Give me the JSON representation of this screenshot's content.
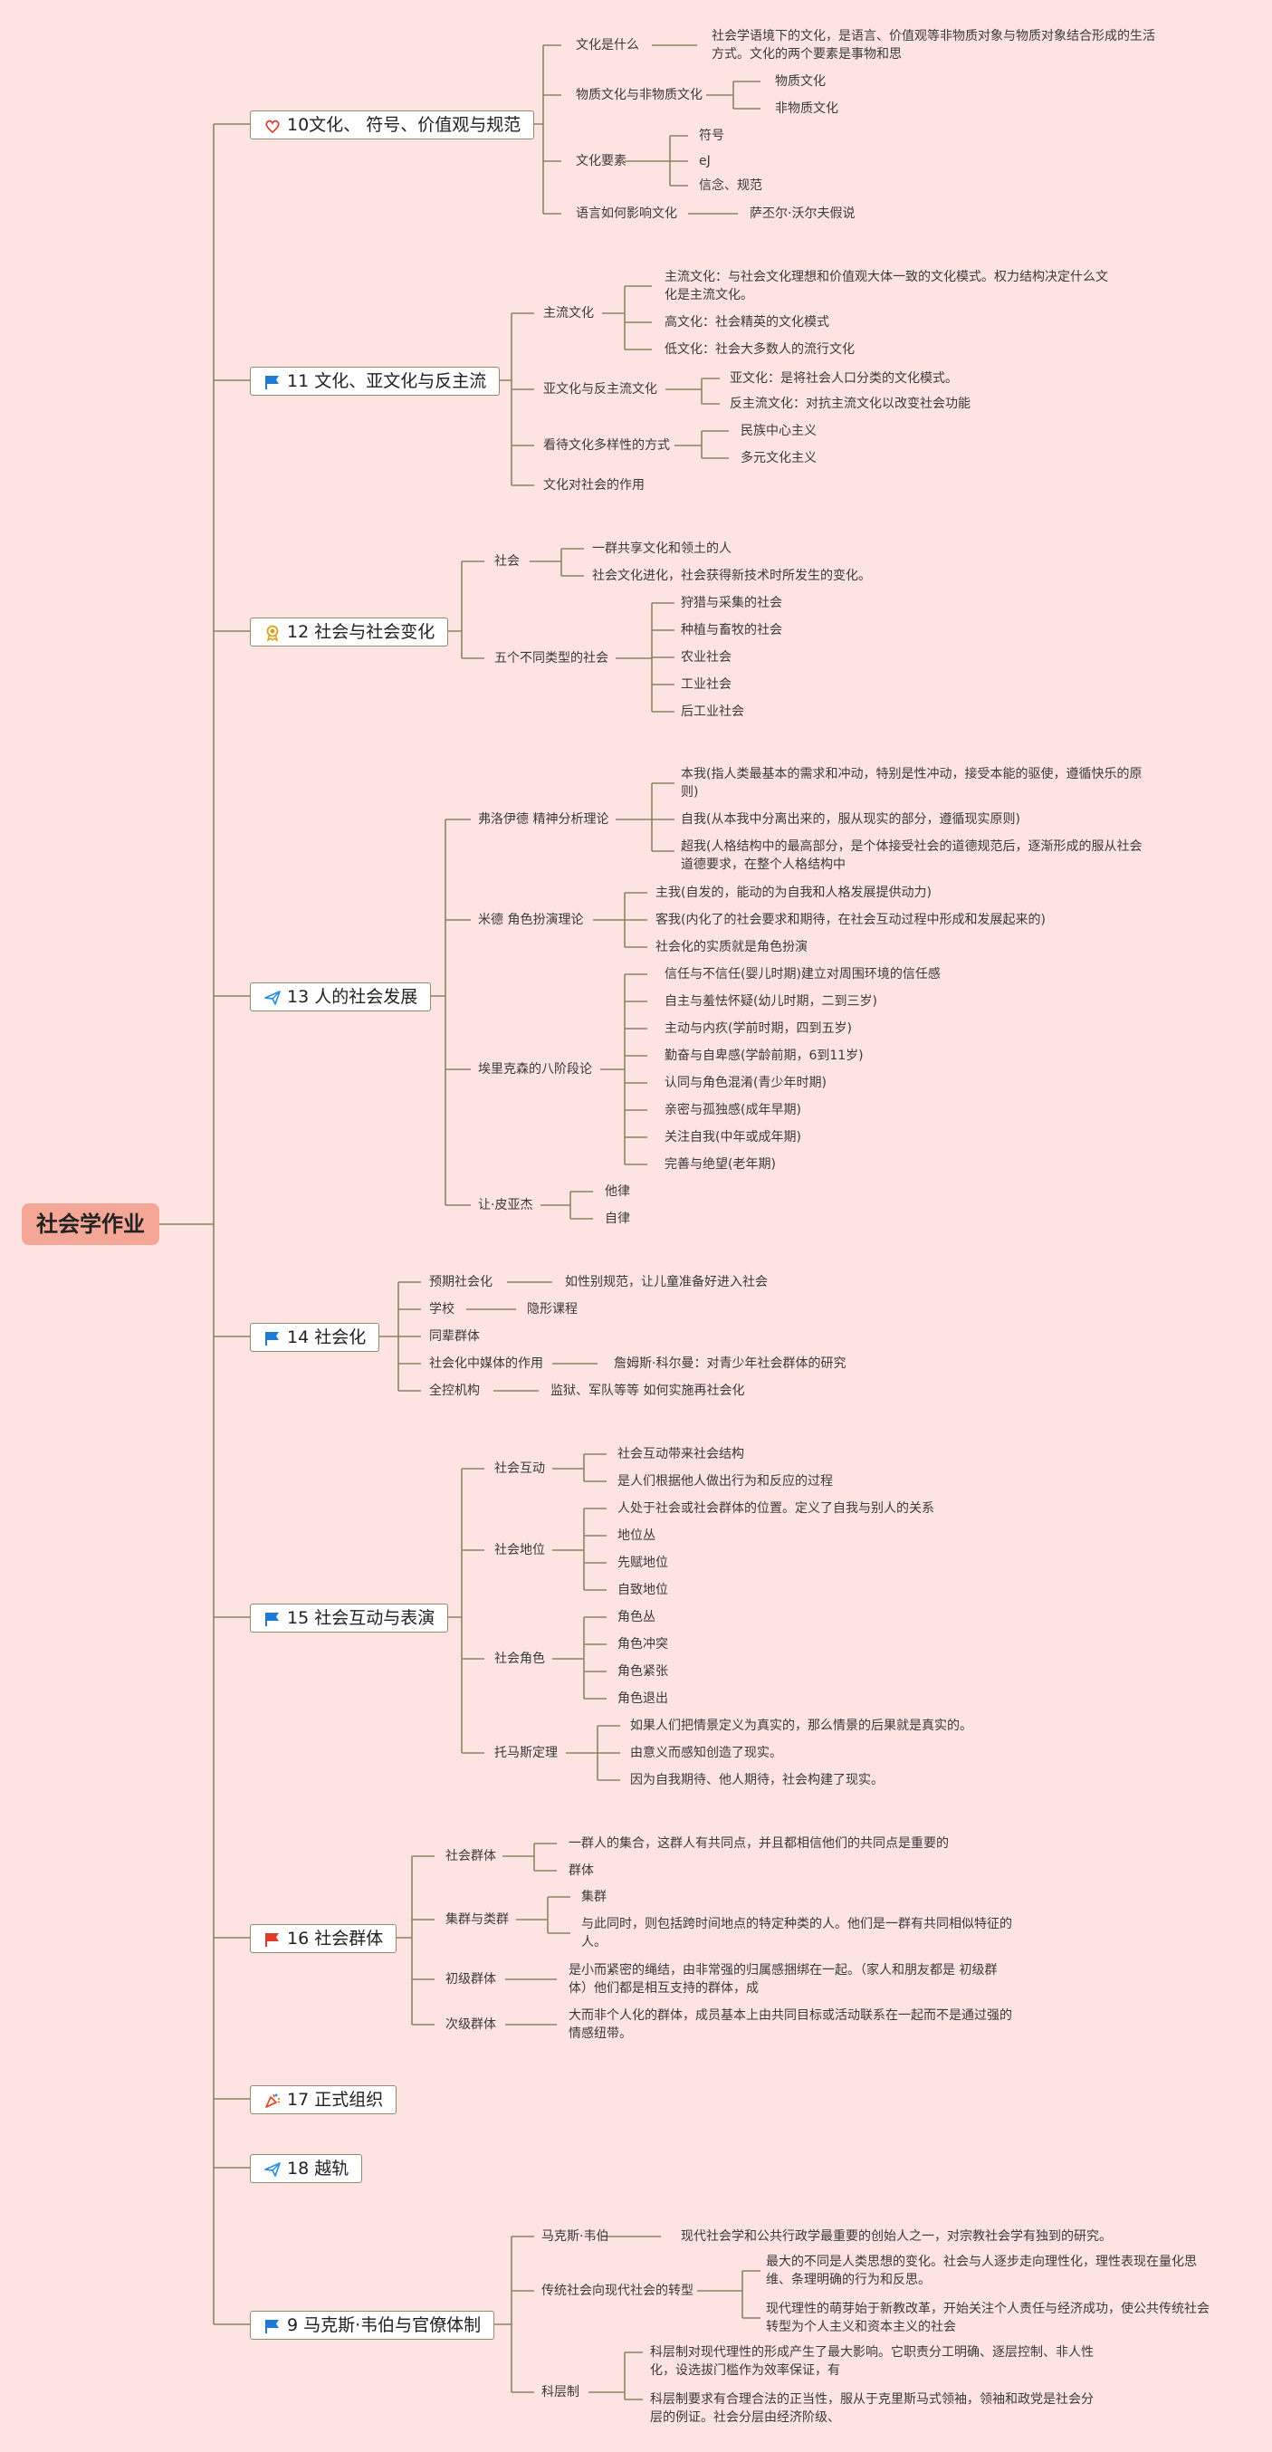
{
  "root": "社会学作业",
  "topics": [
    {
      "label": "10文化、 符号、价值观与规范",
      "icon": "heart-icon",
      "icon_color": "#d9443a"
    },
    {
      "label": "11 文化、亚文化与反主流",
      "icon": "blue-flag-icon",
      "icon_color": "#1f7ad6"
    },
    {
      "label": "12 社会与社会变化",
      "icon": "award-ribbon-icon",
      "icon_color": "#d8a21a"
    },
    {
      "label": "13 人的社会发展",
      "icon": "paper-plane-icon",
      "icon_color": "#2a8fe0"
    },
    {
      "label": "14 社会化",
      "icon": "blue-flag-icon",
      "icon_color": "#1f7ad6"
    },
    {
      "label": "15 社会互动与表演",
      "icon": "blue-flag-icon",
      "icon_color": "#1f7ad6"
    },
    {
      "label": "16 社会群体",
      "icon": "red-flag-icon",
      "icon_color": "#e03a2a"
    },
    {
      "label": "17 正式组织",
      "icon": "party-popper-icon",
      "icon_color": "#e0502a"
    },
    {
      "label": "18 越轨",
      "icon": "paper-plane-icon",
      "icon_color": "#2a8fe0"
    },
    {
      "label": "9 马克斯·韦伯与官僚体制",
      "icon": "blue-flag-icon",
      "icon_color": "#1f7ad6"
    }
  ],
  "t10": {
    "n1": "文化是什么",
    "n1a": "社会学语境下的文化，是语言、价值观等非物质对象与物质对象结合形成的生活方式。文化的两个要素是事物和思",
    "n2": "物质文化与非物质文化",
    "n2a": "物质文化",
    "n2b": "非物质文化",
    "n3": "文化要素",
    "n3a": "符号",
    "n3b": "eJ",
    "n3c": "信念、规范",
    "n4": "语言如何影响文化",
    "n4a": "萨丕尔·沃尔夫假说"
  },
  "t11": {
    "n1": "主流文化",
    "n1a": "主流文化：与社会文化理想和价值观大体一致的文化模式。权力结构决定什么文化是主流文化。",
    "n1b": "高文化：社会精英的文化模式",
    "n1c": "低文化：社会大多数人的流行文化",
    "n2": "亚文化与反主流文化",
    "n2a": "亚文化：是将社会人口分类的文化模式。",
    "n2b": "反主流文化：对抗主流文化以改变社会功能",
    "n3": "看待文化多样性的方式",
    "n3a": "民族中心主义",
    "n3b": "多元文化主义",
    "n4": "文化对社会的作用"
  },
  "t12": {
    "n1": "社会",
    "n1a": "一群共享文化和领土的人",
    "n1b": "社会文化进化，社会获得新技术时所发生的变化。",
    "n2": "五个不同类型的社会",
    "n2a": "狩猎与采集的社会",
    "n2b": "种植与畜牧的社会",
    "n2c": "农业社会",
    "n2d": "工业社会",
    "n2e": "后工业社会"
  },
  "t13": {
    "n1": "弗洛伊德 精神分析理论",
    "n1a": "本我(指人类最基本的需求和冲动，特别是性冲动，接受本能的驱使，遵循快乐的原则)",
    "n1b": "自我(从本我中分离出来的，服从现实的部分，遵循现实原则)",
    "n1c": "超我(人格结构中的最高部分，是个体接受社会的道德规范后，逐渐形成的服从社会道德要求，在整个人格结构中",
    "n2": "米德 角色扮演理论",
    "n2a": "主我(自发的，能动的为自我和人格发展提供动力)",
    "n2b": "客我(内化了的社会要求和期待，在社会互动过程中形成和发展起来的)",
    "n2c": "社会化的实质就是角色扮演",
    "n3": "埃里克森的八阶段论",
    "n3a": "信任与不信任(婴儿时期)建立对周围环境的信任感",
    "n3b": "自主与羞怯怀疑(幼儿时期，二到三岁)",
    "n3c": "主动与内疚(学前时期，四到五岁)",
    "n3d": "勤奋与自卑感(学龄前期，6到11岁)",
    "n3e": "认同与角色混淆(青少年时期)",
    "n3f": "亲密与孤独感(成年早期)",
    "n3g": "关注自我(中年或成年期)",
    "n3h": "完善与绝望(老年期)",
    "n4": "让·皮亚杰",
    "n4a": "他律",
    "n4b": "自律"
  },
  "t14": {
    "n1": "预期社会化",
    "n1a": "如性别规范，让儿童准备好进入社会",
    "n2": "学校",
    "n2a": "隐形课程",
    "n3": "同辈群体",
    "n4": "社会化中媒体的作用",
    "n4a": "詹姆斯·科尔曼：对青少年社会群体的研究",
    "n5": "全控机构",
    "n5a": "监狱、军队等等 如何实施再社会化"
  },
  "t15": {
    "n1": "社会互动",
    "n1a": "社会互动带来社会结构",
    "n1b": "是人们根据他人做出行为和反应的过程",
    "n2": "社会地位",
    "n2a": "人处于社会或社会群体的位置。定义了自我与别人的关系",
    "n2b": "地位丛",
    "n2c": "先赋地位",
    "n2d": "自致地位",
    "n3": "社会角色",
    "n3a": "角色丛",
    "n3b": "角色冲突",
    "n3c": "角色紧张",
    "n3d": "角色退出",
    "n4": "托马斯定理",
    "n4a": "如果人们把情景定义为真实的，那么情景的后果就是真实的。",
    "n4b": "由意义而感知创造了现实。",
    "n4c": "因为自我期待、他人期待，社会构建了现实。"
  },
  "t16": {
    "n1": "社会群体",
    "n1a": "一群人的集合，这群人有共同点，并且都相信他们的共同点是重要的",
    "n1b": "群体",
    "n2": "集群与类群",
    "n2a": "集群",
    "n2b": "与此同时，则包括跨时间地点的特定种类的人。他们是一群有共同相似特征的人。",
    "n3": "初级群体",
    "n3a": "是小而紧密的绳结，由非常强的归属感捆绑在一起。（家人和朋友都是 初级群体）他们都是相互支持的群体，成",
    "n4": "次级群体",
    "n4a": "大而非个人化的群体，成员基本上由共同目标或活动联系在一起而不是通过强的情感纽带。"
  },
  "t9": {
    "n1": "马克斯·韦伯",
    "n1a": "现代社会学和公共行政学最重要的创始人之一，对宗教社会学有独到的研究。",
    "n2": "传统社会向现代社会的转型",
    "n2a": "最大的不同是人类思想的变化。社会与人逐步走向理性化，理性表现在量化思维、条理明确的行为和反思。",
    "n2b": "现代理性的萌芽始于新教改革，开始关注个人责任与经济成功，使公共传统社会转型为个人主义和资本主义的社会",
    "n3": "科层制",
    "n3a": "科层制对现代理性的形成产生了最大影响。它职责分工明确、逐层控制、非人性化，设选拔门槛作为效率保证，有",
    "n3b": "科层制要求有合理合法的正当性，服从于克里斯马式领袖，领袖和政党是社会分层的例证。社会分层由经济阶级、"
  }
}
